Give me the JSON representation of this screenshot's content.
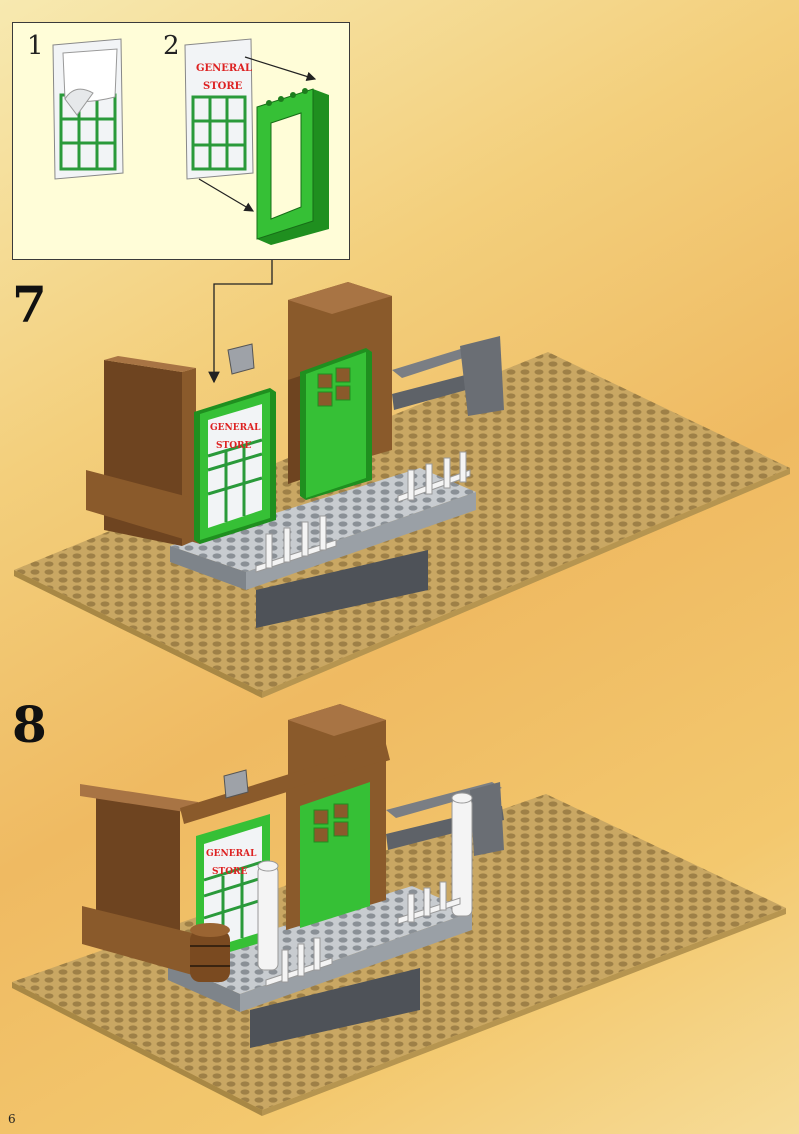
{
  "inset": {
    "sub_step_1": "1",
    "sub_step_2": "2"
  },
  "sign": {
    "line1": "GENERAL",
    "line2": "STORE"
  },
  "steps": [
    {
      "number": "7"
    },
    {
      "number": "8"
    }
  ],
  "page_number": "6",
  "colors": {
    "baseplate": "#c9a763",
    "brown": "#8a5a2b",
    "green": "#2eae2e",
    "light_gray": "#c8ccd0",
    "dark_gray": "#6a6e74",
    "white": "#f4f4f4"
  }
}
